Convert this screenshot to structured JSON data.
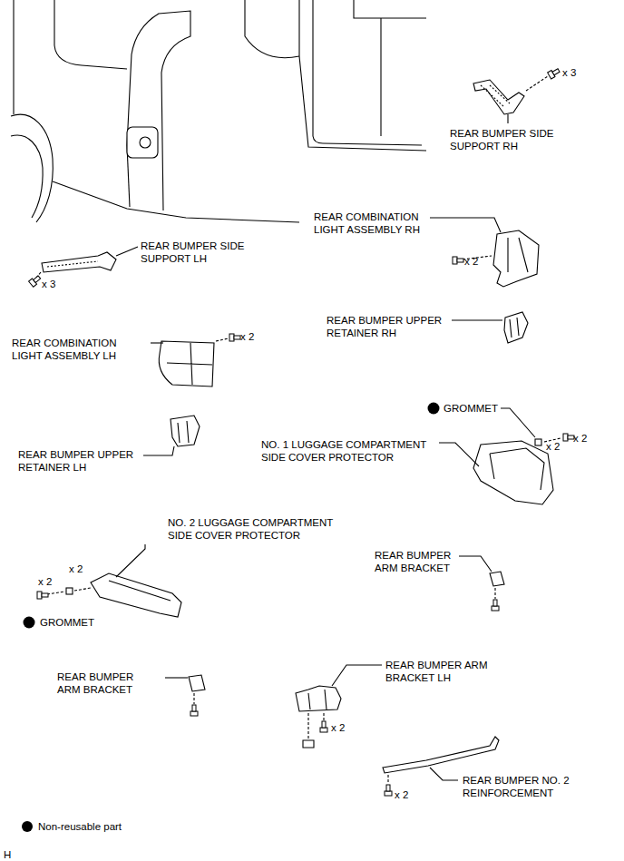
{
  "diagram": {
    "labels": [
      "x 3",
      "REAR BUMPER SIDE SUPPORT RH",
      "REAR BUMPER SIDE SUPPORT LH",
      "x 3",
      "REAR COMBINATION LIGHT ASSEMBLY RH",
      "x 2",
      "REAR BUMPER UPPER RETAINER RH",
      "REAR COMBINATION LIGHT ASSEMBLY LH",
      "x 2",
      "GROMMET",
      "x 2",
      "NO. 1 LUGGAGE COMPARTMENT SIDE COVER PROTECTOR",
      "x 2",
      "REAR BUMPER UPPER RETAINER LH",
      "NO. 2 LUGGAGE COMPARTMENT SIDE COVER PROTECTOR",
      "REAR BUMPER ARM BRACKET",
      "x 2",
      "x 2",
      "GROMMET",
      "REAR BUMPER ARM BRACKET",
      "REAR BUMPER ARM BRACKET LH",
      "x 2",
      "REAR BUMPER NO. 2 REINFORCEMENT",
      "x 2",
      "H"
    ],
    "legend": [
      {
        "text": "Non-reusable part",
        "color": "#000000"
      }
    ]
  }
}
